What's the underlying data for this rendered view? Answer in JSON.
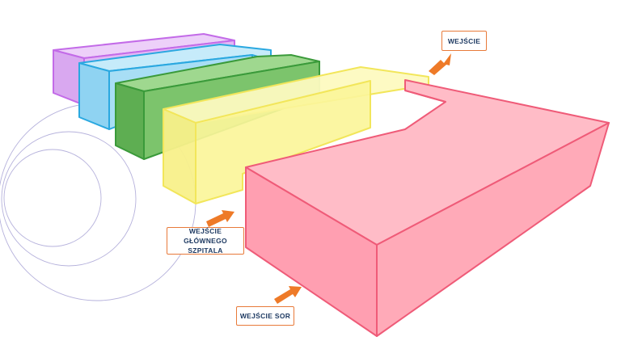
{
  "labels": {
    "entrance": "WEJŚCIE",
    "main_entrance_line1": "WEJŚCIE",
    "main_entrance_line2": "GŁÓWNEGO SZPITALA",
    "sor_entrance": "WEJŚCIE SOR"
  },
  "colors": {
    "purple_fill": "#e3b8f5",
    "purple_stroke": "#c36be8",
    "blue_fill": "#a8def5",
    "blue_stroke": "#2aa8e0",
    "green_fill": "#7cc46c",
    "green_stroke": "#3a9a3a",
    "yellow_fill": "#fbf59a",
    "yellow_stroke": "#f2e65a",
    "pink_fill": "#ffaab8",
    "pink_stroke": "#ef5b78",
    "arrow": "#ee7a28",
    "circles": "#b6b2dc",
    "label_border": "#e87a3a",
    "label_text": "#1f3b63"
  },
  "icons": [
    "arrow-icon"
  ]
}
